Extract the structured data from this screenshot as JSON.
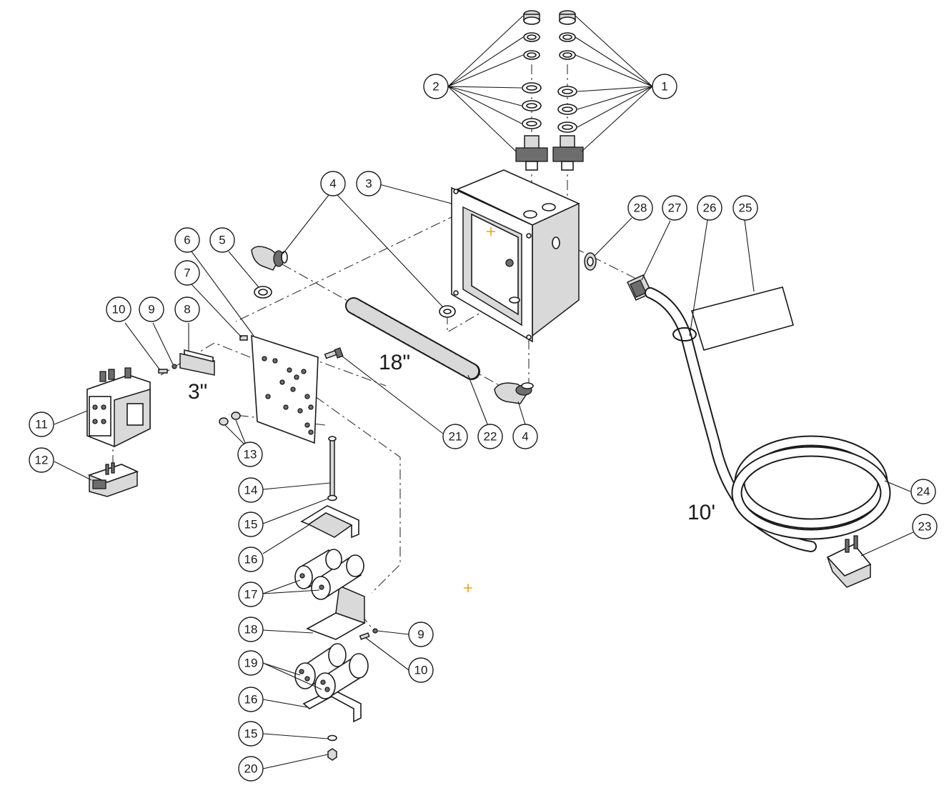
{
  "callouts": {
    "c1": "1",
    "c2": "2",
    "c3": "3",
    "c4a": "4",
    "c4b": "4",
    "c5": "5",
    "c6": "6",
    "c7": "7",
    "c8": "8",
    "c9a": "9",
    "c9b": "9",
    "c10a": "10",
    "c10b": "10",
    "c11": "11",
    "c12": "12",
    "c13": "13",
    "c14": "14",
    "c15a": "15",
    "c15b": "15",
    "c16a": "16",
    "c16b": "16",
    "c17": "17",
    "c18": "18",
    "c19": "19",
    "c20": "20",
    "c21": "21",
    "c22": "22",
    "c23": "23",
    "c24": "24",
    "c25": "25",
    "c26": "26",
    "c27": "27",
    "c28": "28"
  },
  "dimensions": {
    "conduit_length": "18\"",
    "rail_length": "3\"",
    "cord_length": "10'"
  },
  "marker_color": "#e8a317"
}
